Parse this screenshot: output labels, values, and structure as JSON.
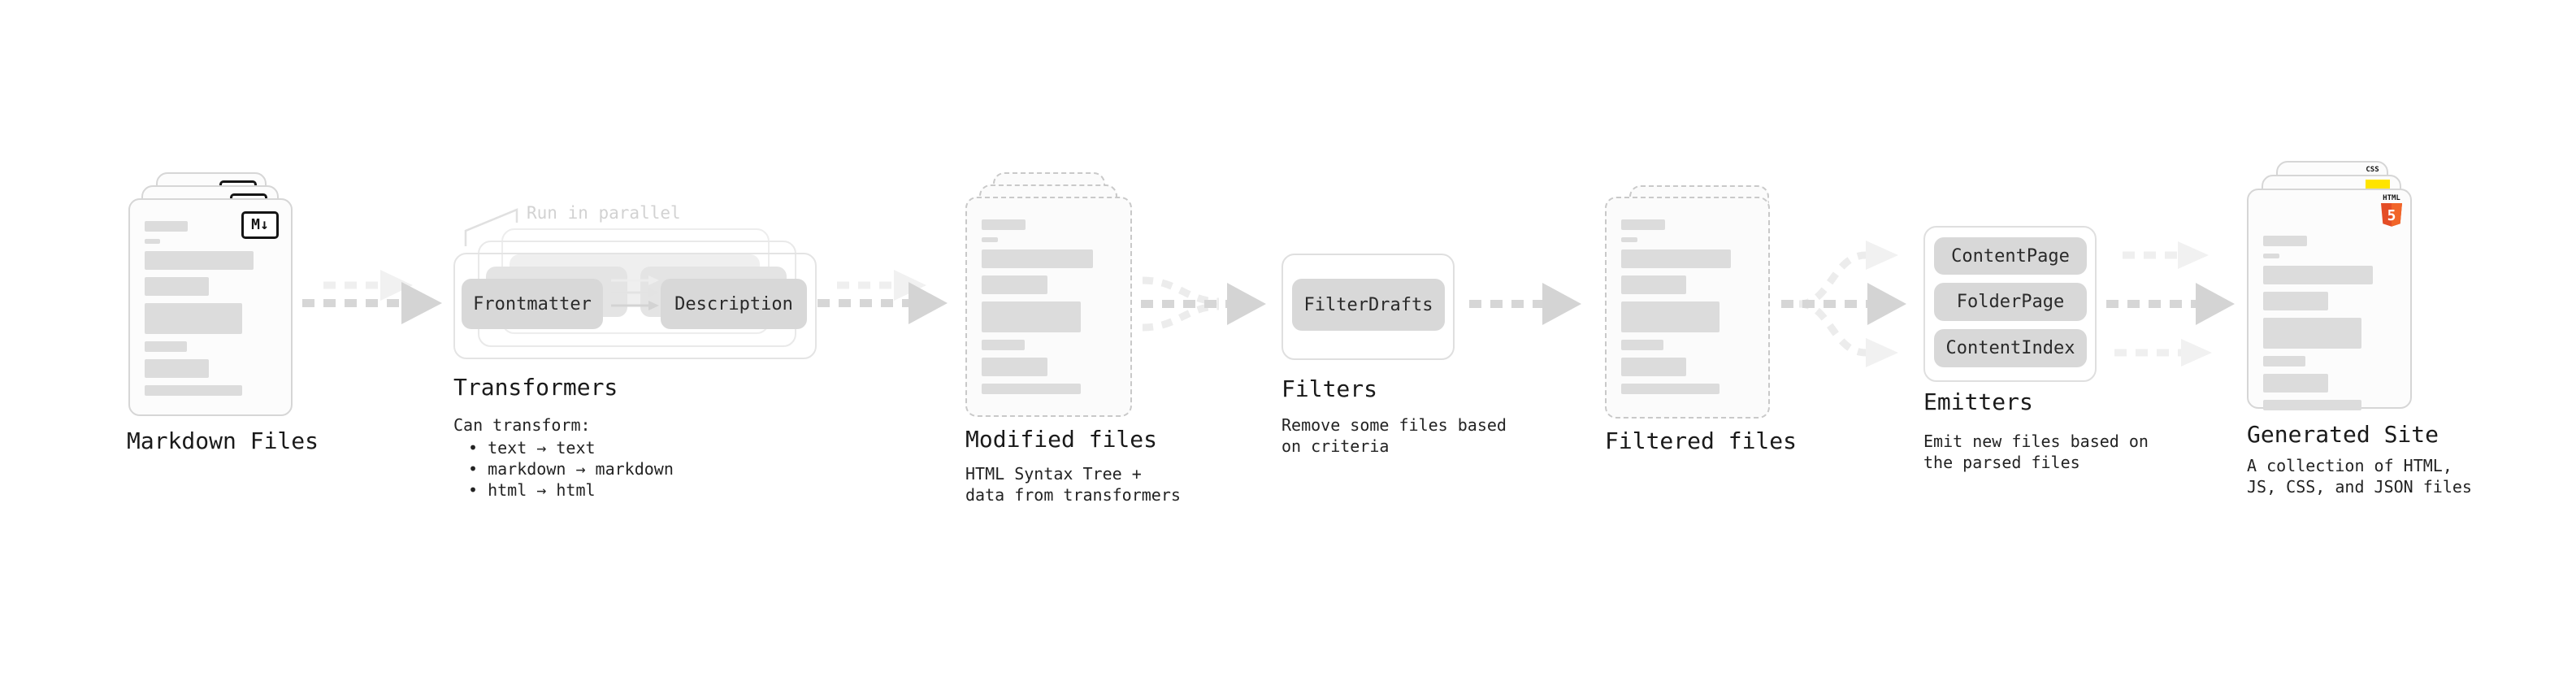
{
  "pipeline": {
    "markdown_files": {
      "label": "Markdown Files",
      "badge_text": "M↓"
    },
    "transformers": {
      "annotation": "Run in parallel",
      "left_chip": "Frontmatter",
      "right_chip": "Description",
      "label": "Transformers",
      "caption_title": "Can transform:",
      "bullets": [
        "• text → text",
        "• markdown → markdown",
        "• html → html"
      ]
    },
    "modified_files": {
      "label": "Modified files",
      "caption": [
        "HTML Syntax Tree +",
        "data from transformers"
      ]
    },
    "filters": {
      "chip": "FilterDrafts",
      "label": "Filters",
      "caption": [
        "Remove some files based",
        "on criteria"
      ]
    },
    "filtered_files": {
      "label": "Filtered files"
    },
    "emitters": {
      "chips": [
        "ContentPage",
        "FolderPage",
        "ContentIndex"
      ],
      "label": "Emitters",
      "caption": [
        "Emit new files based on",
        "the parsed files"
      ]
    },
    "generated_site": {
      "label": "Generated Site",
      "caption": [
        "A collection of HTML,",
        "JS, CSS, and JSON files"
      ],
      "css_badge_text": "CSS",
      "html_badge_title": "HTML",
      "html_badge_number": "5"
    },
    "colors": {
      "html5_shield": "#e44d26",
      "html5_shield_light": "#f16529",
      "js_yellow": "#ffe400",
      "css_blue": "#2e6df6",
      "chip_gray": "#d8d8d8",
      "arrow_gray": "#d6d6d6",
      "faint_arrow_gray": "#efefef",
      "text_dark": "#1a1a1a",
      "annotation_gray": "#d2d2d2"
    }
  }
}
